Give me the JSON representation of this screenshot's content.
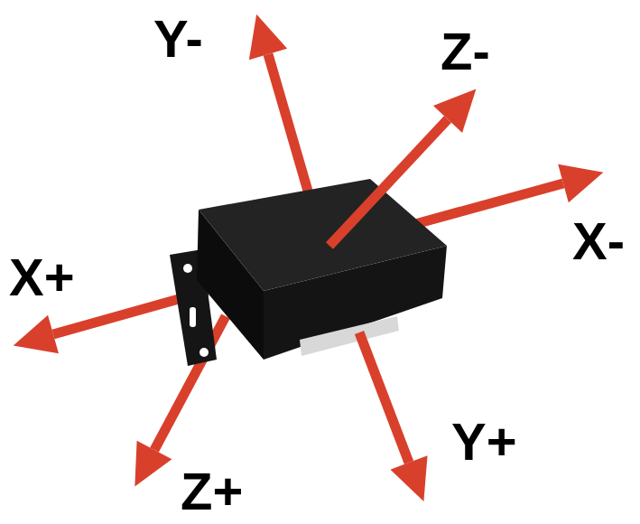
{
  "diagram": {
    "labels": [
      "Y-",
      "Z-",
      "X-",
      "X+",
      "Z+",
      "Y+"
    ]
  }
}
